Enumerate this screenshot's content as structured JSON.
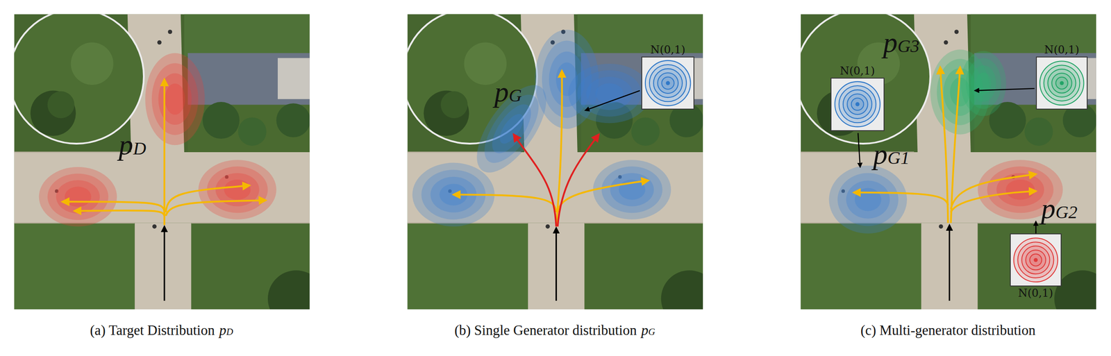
{
  "diagram": {
    "nodes": [
      {
        "text": [
          "N(0,1)"
        ]
      },
      {
        "text": [
          "N(0,1)"
        ]
      },
      {
        "text": [
          "N(0,1)"
        ]
      },
      {
        "text": [
          "N(0,1)"
        ]
      }
    ],
    "labels": [
      "pD",
      "(a) Target Distribution",
      "pD",
      "pG",
      "(b) Single Generator distribution",
      "pG",
      "pG3",
      "pG1",
      "pG2",
      "(c) Multi-generator distribution"
    ]
  }
}
